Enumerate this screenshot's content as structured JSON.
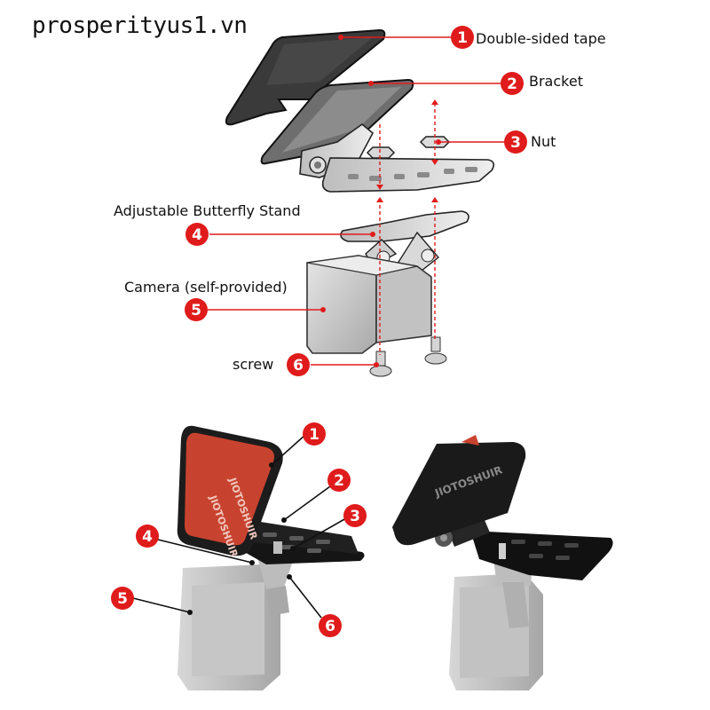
{
  "watermark": "prosperityus1.vn",
  "parts": [
    {
      "number": "1",
      "name": "Double-sided tape"
    },
    {
      "number": "2",
      "name": "Bracket"
    },
    {
      "number": "3",
      "name": "Nut"
    },
    {
      "number": "4",
      "name": "Adjustable Butterfly Stand"
    },
    {
      "number": "5",
      "name": "Camera (self-provided)"
    },
    {
      "number": "6",
      "name": "screw"
    }
  ],
  "photo_callouts": [
    "1",
    "2",
    "3",
    "4",
    "5",
    "6"
  ],
  "photo_mount_text": "JIOTOSHUIR",
  "colors": {
    "callout_red": "#e01b1b",
    "pad_dark": "#2b2b2b",
    "bracket_grey": "#cfcfcf",
    "camera_grey": "#bdbdbd",
    "tape_orange": "#c8432f"
  }
}
